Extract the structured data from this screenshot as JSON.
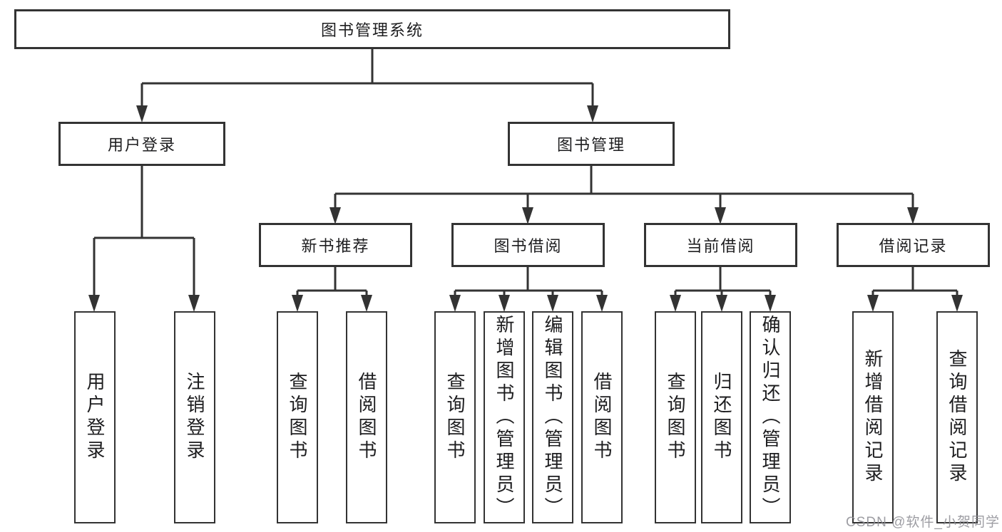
{
  "diagram_type": "hierarchy-tree",
  "colors": {
    "line": "#333333",
    "box_border": "#333333",
    "box_fill": "#ffffff",
    "text": "#1d1d1f",
    "watermark": "#8d8d93",
    "background": "#ffffff"
  },
  "tree": {
    "root": {
      "label": "图书管理系统",
      "children": [
        {
          "label": "用户登录",
          "children": [
            {
              "label": "用户登录"
            },
            {
              "label": "注销登录"
            }
          ]
        },
        {
          "label": "图书管理",
          "children": [
            {
              "label": "新书推荐",
              "children": [
                {
                  "label": "查询图书"
                },
                {
                  "label": "借阅图书"
                }
              ]
            },
            {
              "label": "图书借阅",
              "children": [
                {
                  "label": "查询图书"
                },
                {
                  "label": "新增图书（管理员）"
                },
                {
                  "label": "编辑图书（管理员）"
                },
                {
                  "label": "借阅图书"
                }
              ]
            },
            {
              "label": "当前借阅",
              "children": [
                {
                  "label": "查询图书"
                },
                {
                  "label": "归还图书"
                },
                {
                  "label": "确认归还（管理员）"
                }
              ]
            },
            {
              "label": "借阅记录",
              "children": [
                {
                  "label": "新增借阅记录"
                },
                {
                  "label": "查询借阅记录"
                }
              ]
            }
          ]
        }
      ]
    }
  },
  "watermark": {
    "text": "CSDN @软件_小贺同学"
  }
}
